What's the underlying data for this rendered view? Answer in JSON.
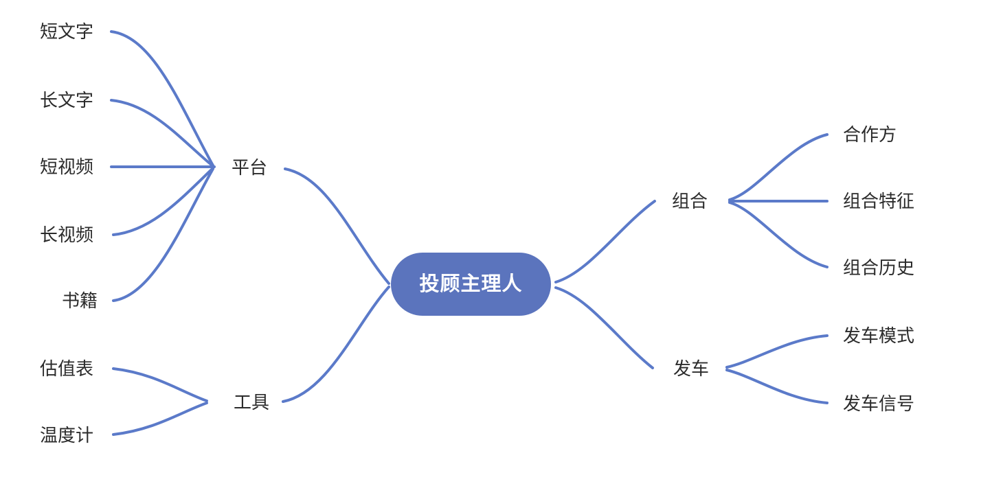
{
  "mindmap": {
    "root": {
      "label": "投顾主理人"
    },
    "branches": [
      {
        "id": "platform",
        "label": "平台",
        "side": "left",
        "children": [
          {
            "label": "短文字"
          },
          {
            "label": "长文字"
          },
          {
            "label": "短视频"
          },
          {
            "label": "长视频"
          },
          {
            "label": "书籍"
          }
        ]
      },
      {
        "id": "tools",
        "label": "工具",
        "side": "left",
        "children": [
          {
            "label": "估值表"
          },
          {
            "label": "温度计"
          }
        ]
      },
      {
        "id": "portfolio",
        "label": "组合",
        "side": "right",
        "children": [
          {
            "label": "合作方"
          },
          {
            "label": "组合特征"
          },
          {
            "label": "组合历史"
          }
        ]
      },
      {
        "id": "departure",
        "label": "发车",
        "side": "right",
        "children": [
          {
            "label": "发车模式"
          },
          {
            "label": "发车信号"
          }
        ]
      }
    ]
  },
  "colors": {
    "line_color": "#5b7ac9",
    "node_fill": "#5b74bd",
    "node_text": "#ffffff",
    "label_text": "#2b2b2b",
    "canvas_bg": "#ffffff"
  }
}
